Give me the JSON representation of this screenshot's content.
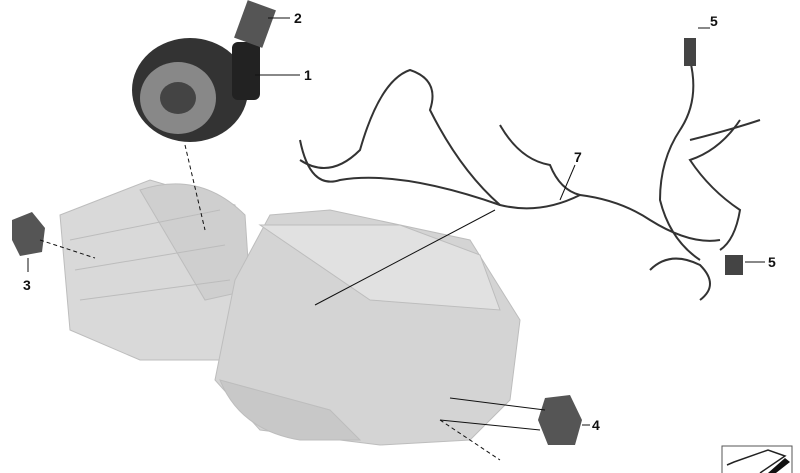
{
  "callouts": [
    {
      "id": "blower-motor",
      "label": "1"
    },
    {
      "id": "resistor",
      "label": "2"
    },
    {
      "id": "actuator-left",
      "label": "3"
    },
    {
      "id": "actuator-bottom",
      "label": "4"
    },
    {
      "id": "sensor-top",
      "label": "5"
    },
    {
      "id": "sensor-right",
      "label": "5"
    },
    {
      "id": "wiring-harness",
      "label": "7"
    }
  ],
  "colors": {
    "housing": "#d6d6d6",
    "parts": "#2a2a2a",
    "leader": "#111111"
  },
  "icons": {
    "corner": "part-symbol-icon"
  }
}
